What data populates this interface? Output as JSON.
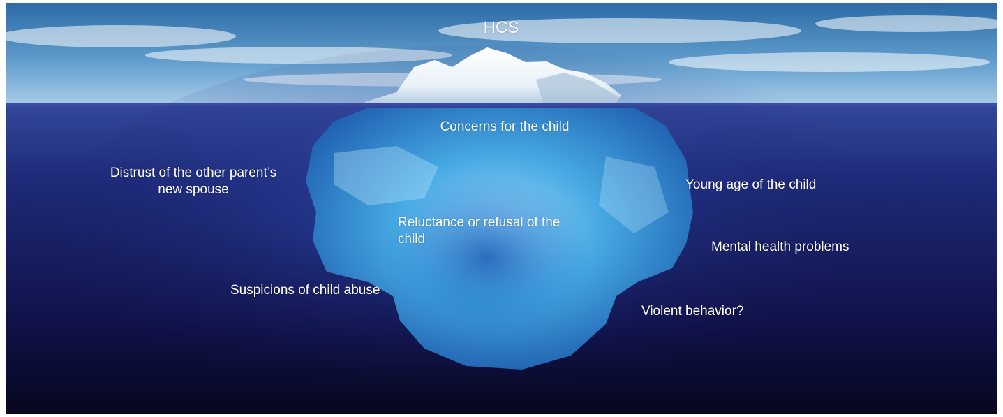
{
  "diagram": {
    "title": "HCS",
    "labels": {
      "concerns": "Concerns for the child",
      "distrust_line1": "Distrust of the other parent’s",
      "distrust_line2": "new spouse",
      "young_age": "Young age of the child",
      "reluctance_line1": "Reluctance or refusal of the",
      "reluctance_line2": "child",
      "mental_health": "Mental health problems",
      "suspicions": "Suspicions of child abuse",
      "violent": "Violent behavior?"
    }
  },
  "colors": {
    "sky_top": "#2f6fa8",
    "sky_bottom": "#9fc6e6",
    "water_surface": "#2c3c8c",
    "water_deep": "#0b0b2a",
    "ice_above": "#f4f8fb",
    "ice_below": "#3fa6e0",
    "text": "#ffffff"
  }
}
